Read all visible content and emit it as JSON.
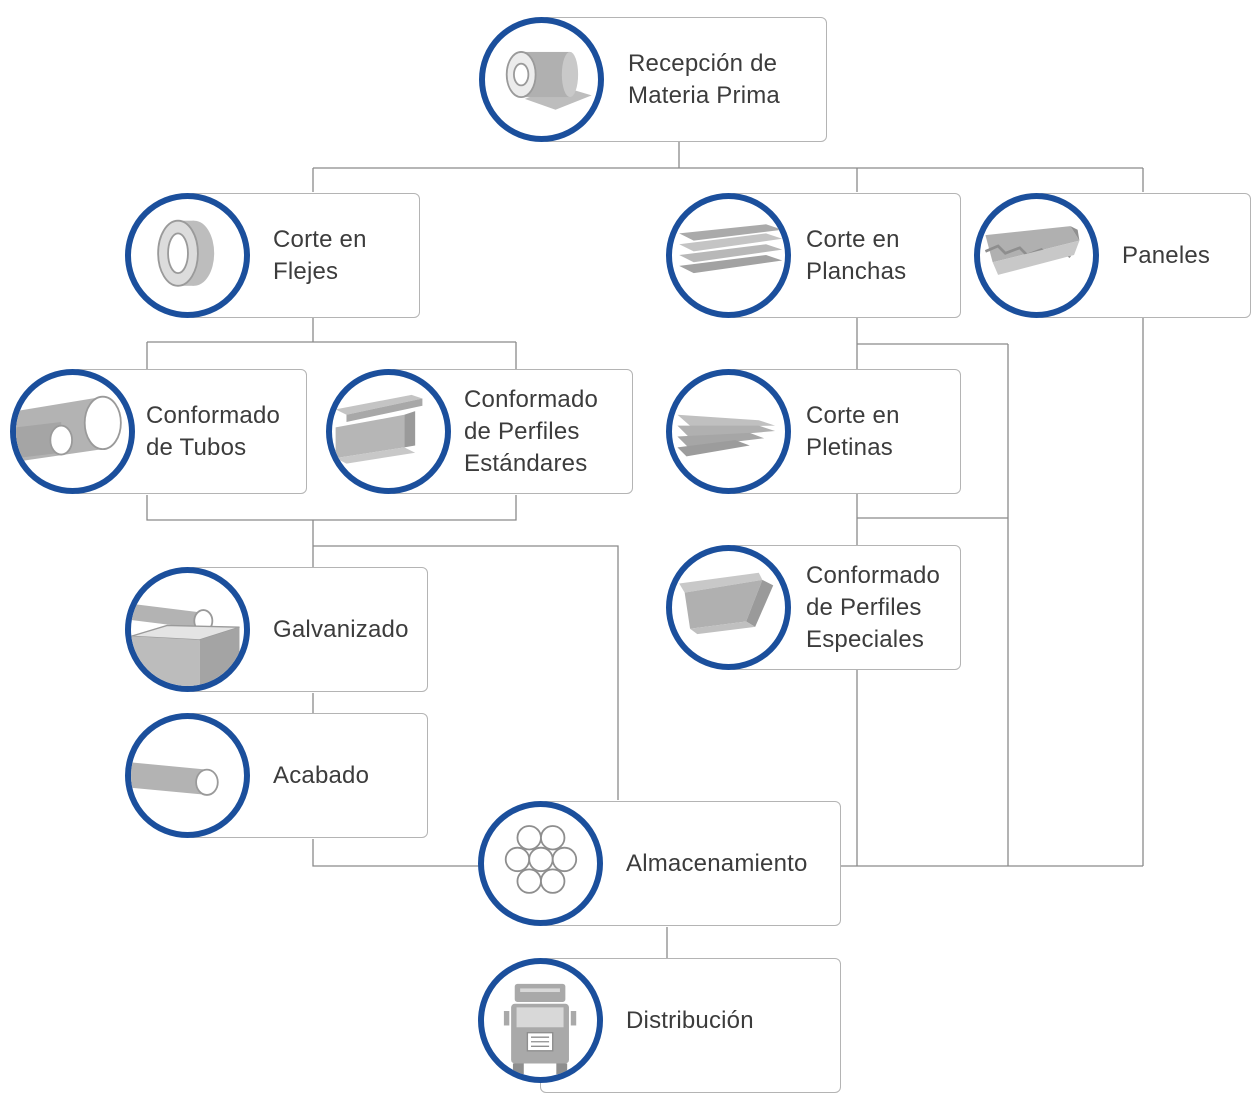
{
  "nodes": {
    "recepcion": {
      "label": "Recepción de\nMateria Prima",
      "icon": "steel-coil-icon"
    },
    "flejes": {
      "label": "Corte en\nFlejes",
      "icon": "strip-coil-icon"
    },
    "planchas": {
      "label": "Corte en\nPlanchas",
      "icon": "stacked-sheets-icon"
    },
    "paneles": {
      "label": "Paneles",
      "icon": "corrugated-panel-icon"
    },
    "tubos": {
      "label": "Conformado\nde Tubos",
      "icon": "tubes-icon"
    },
    "perfiles_estandares": {
      "label": "Conformado\nde Perfiles\nEstándares",
      "icon": "standard-profiles-icon"
    },
    "pletinas": {
      "label": "Corte en\nPletinas",
      "icon": "flat-bars-icon"
    },
    "perfiles_especiales": {
      "label": "Conformado\nde Perfiles\nEspeciales",
      "icon": "special-profile-icon"
    },
    "galvanizado": {
      "label": "Galvanizado",
      "icon": "galvanizing-bath-icon"
    },
    "acabado": {
      "label": "Acabado",
      "icon": "finished-tube-icon"
    },
    "almacenamiento": {
      "label": "Almacenamiento",
      "icon": "tube-bundle-icon"
    },
    "distribucion": {
      "label": "Distribución",
      "icon": "truck-icon"
    }
  },
  "colors": {
    "ring": "#1b4f9c",
    "line": "#8a8a8a",
    "icon_fill": "#a9a9a9",
    "text": "#3c3c3c"
  }
}
